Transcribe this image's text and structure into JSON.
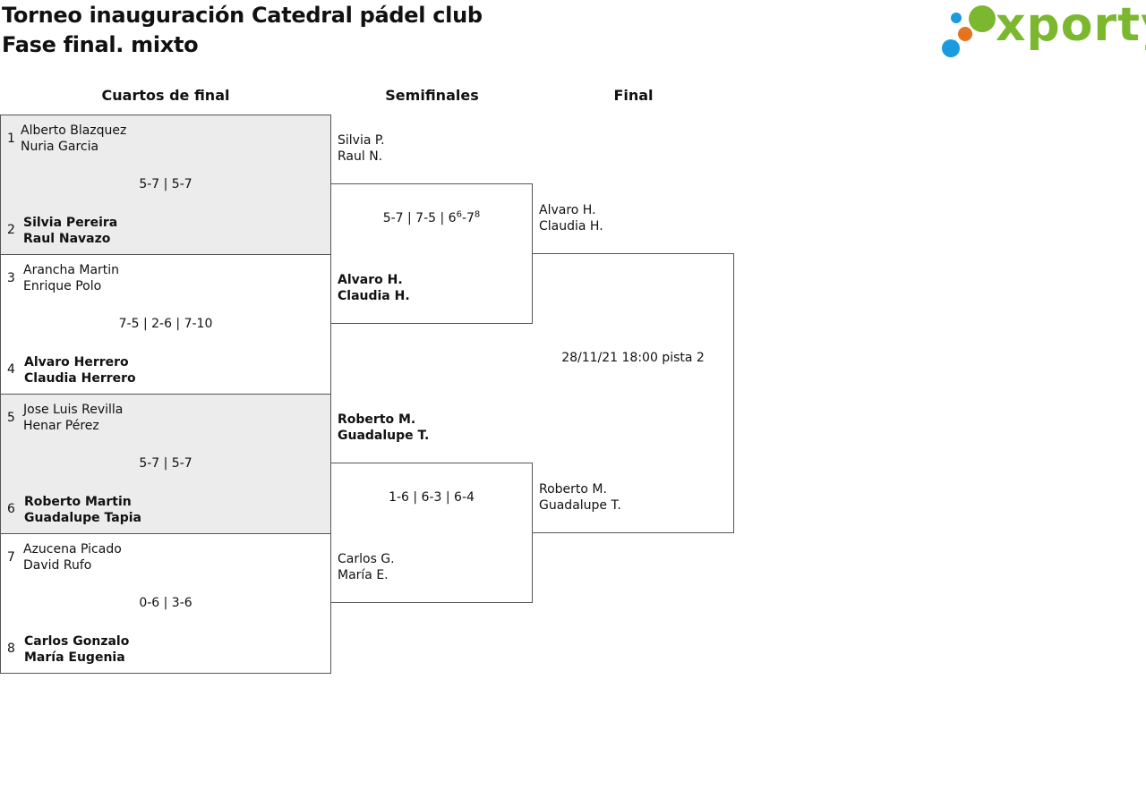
{
  "header": {
    "title_line1": "Torneo inauguración Catedral pádel club",
    "title_line2": "Fase final. mixto"
  },
  "logo": {
    "text": "xporty",
    "color": "#7cb82f",
    "dot_colors": [
      "#1a9be0",
      "#e6731e",
      "#7cb82f"
    ]
  },
  "rounds": {
    "quarterfinals": "Cuartos de final",
    "semifinals": "Semifinales",
    "final": "Final"
  },
  "quarterfinals": [
    {
      "top": {
        "seed": "1",
        "p1": "Alberto Blazquez",
        "p2": "Nuria Garcia",
        "winner": false
      },
      "score": "5-7 | 5-7",
      "bottom": {
        "seed": "2",
        "p1": "Silvia Pereira",
        "p2": "Raul Navazo",
        "winner": true
      }
    },
    {
      "top": {
        "seed": "3",
        "p1": "Arancha Martin",
        "p2": "Enrique Polo",
        "winner": false
      },
      "score": "7-5 | 2-6 | 7-10",
      "bottom": {
        "seed": "4",
        "p1": "Alvaro Herrero",
        "p2": "Claudia Herrero",
        "winner": true
      }
    },
    {
      "top": {
        "seed": "5",
        "p1": "Jose Luis Revilla",
        "p2": "Henar Pérez",
        "winner": false
      },
      "score": "5-7 | 5-7",
      "bottom": {
        "seed": "6",
        "p1": "Roberto Martin",
        "p2": "Guadalupe Tapia",
        "winner": true
      }
    },
    {
      "top": {
        "seed": "7",
        "p1": "Azucena Picado",
        "p2": "David Rufo",
        "winner": false
      },
      "score": "0-6 | 3-6",
      "bottom": {
        "seed": "8",
        "p1": "Carlos Gonzalo",
        "p2": "María Eugenia",
        "winner": true
      }
    }
  ],
  "semifinals": [
    {
      "top": {
        "p1": "Silvia P.",
        "p2": "Raul N."
      },
      "score_main": "5-7 | 7-5 | 6",
      "score_sup1": "6",
      "score_mid": "-7",
      "score_sup2": "8",
      "bottom": {
        "p1": "Alvaro H.",
        "p2": "Claudia H."
      }
    },
    {
      "top": {
        "p1": "Roberto M.",
        "p2": "Guadalupe T."
      },
      "score": "1-6 | 6-3 | 6-4",
      "bottom": {
        "p1": "Carlos G.",
        "p2": "María E."
      }
    }
  ],
  "final": {
    "top": {
      "p1": "Alvaro H.",
      "p2": "Claudia H."
    },
    "info": "28/11/21 18:00 pista 2",
    "bottom": {
      "p1": "Roberto M.",
      "p2": "Guadalupe T."
    }
  }
}
